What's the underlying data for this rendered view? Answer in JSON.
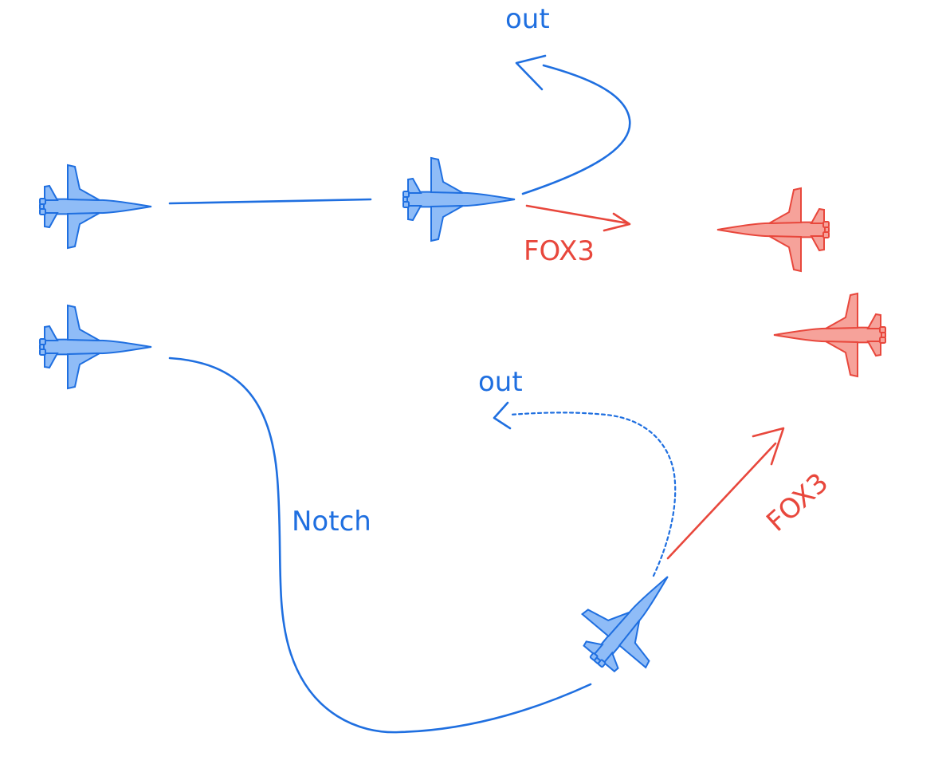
{
  "labels": {
    "out_top": "out",
    "fox3_top": "FOX3",
    "out_bottom": "out",
    "notch": "Notch",
    "fox3_bottom": "FOX3"
  },
  "colors": {
    "blue_fill": "#8fbcf7",
    "blue_ink": "#1f6fe0",
    "red_fill": "#f6a29a",
    "red_ink": "#e8473c"
  },
  "aircraft": [
    {
      "id": "blue-lead-start",
      "side": "blue",
      "icon": "jet-icon"
    },
    {
      "id": "blue-lead-forward",
      "side": "blue",
      "icon": "jet-icon"
    },
    {
      "id": "blue-wing-start",
      "side": "blue",
      "icon": "jet-icon"
    },
    {
      "id": "blue-wing-turned",
      "side": "blue",
      "icon": "jet-icon"
    },
    {
      "id": "red-lead",
      "side": "red",
      "icon": "jet-icon"
    },
    {
      "id": "red-wing",
      "side": "red",
      "icon": "jet-icon"
    }
  ]
}
